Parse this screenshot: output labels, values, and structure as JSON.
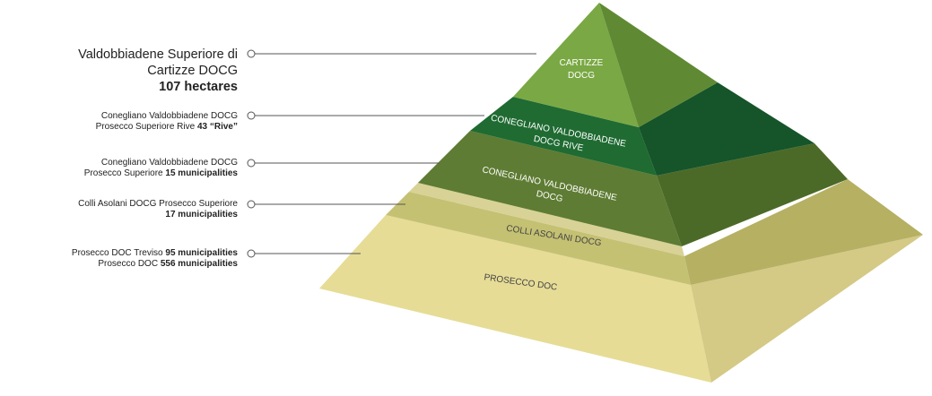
{
  "levels": [
    {
      "id": "cartizze",
      "label_lines": [
        "Valdobbiadene Superiore di",
        "Cartizze DOCG"
      ],
      "label_bold": "107 hectares",
      "tier_text": [
        "CARTIZZE",
        "DOCG"
      ],
      "color": "#7aa844"
    },
    {
      "id": "rive",
      "label_lines": [
        "Conegliano Valdobbiadene DOCG",
        "Prosecco Superiore Rive"
      ],
      "label_bold": "43 “Rive”",
      "tier_text": [
        "CONEGLIANO VALDOBBIADENE",
        "DOCG RIVE"
      ],
      "color": "#1f6b32"
    },
    {
      "id": "docg",
      "label_lines": [
        "Conegliano Valdobbiadene DOCG",
        "Prosecco Superiore"
      ],
      "label_bold": "15 municipalities",
      "tier_text": [
        "CONEGLIANO VALDOBBIADENE",
        "DOCG"
      ],
      "color": "#5e7c33"
    },
    {
      "id": "asolani",
      "label_lines": [
        "Colli Asolani DOCG Prosecco Superiore"
      ],
      "label_bold": "17 municipalities",
      "tier_text": [
        "COLLI ASOLANI DOCG"
      ],
      "color": "#c5c173"
    },
    {
      "id": "doc",
      "label_lines": [
        "Prosecco DOC Treviso",
        "Prosecco DOC"
      ],
      "label_bold_1": "95 municipalities",
      "label_bold": "556 municipalities",
      "tier_text": [
        "PROSECCO DOC"
      ],
      "color": "#e6dc96"
    }
  ]
}
